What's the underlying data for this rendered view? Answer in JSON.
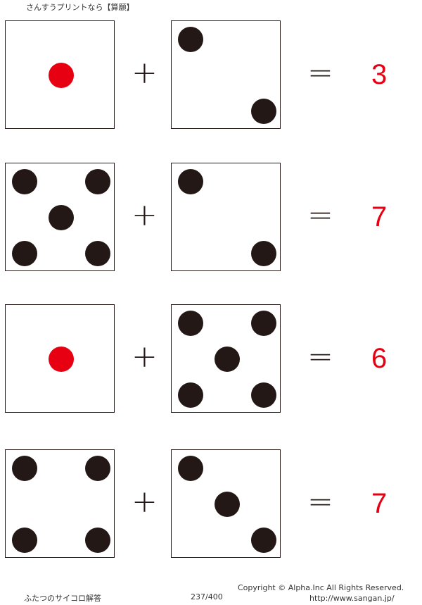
{
  "header": "さんすうプリントなら【算願】",
  "problems": [
    {
      "die1": 1,
      "die2": 2,
      "plus": "+",
      "equals": "=",
      "answer": "3"
    },
    {
      "die1": 5,
      "die2": 2,
      "plus": "+",
      "equals": "=",
      "answer": "7"
    },
    {
      "die1": 1,
      "die2": 5,
      "plus": "+",
      "equals": "=",
      "answer": "6"
    },
    {
      "die1": 4,
      "die2": 3,
      "plus": "+",
      "equals": "=",
      "answer": "7"
    }
  ],
  "colors": {
    "pip": "#231815",
    "one_pip": "#e60012",
    "answer": "#e60012"
  },
  "footer": {
    "title": "ふたつのサイコロ解答",
    "page": "237/400",
    "copyright": "Copyright ©  Alpha.Inc All Rights Reserved.",
    "url": "http://www.sangan.jp/"
  }
}
